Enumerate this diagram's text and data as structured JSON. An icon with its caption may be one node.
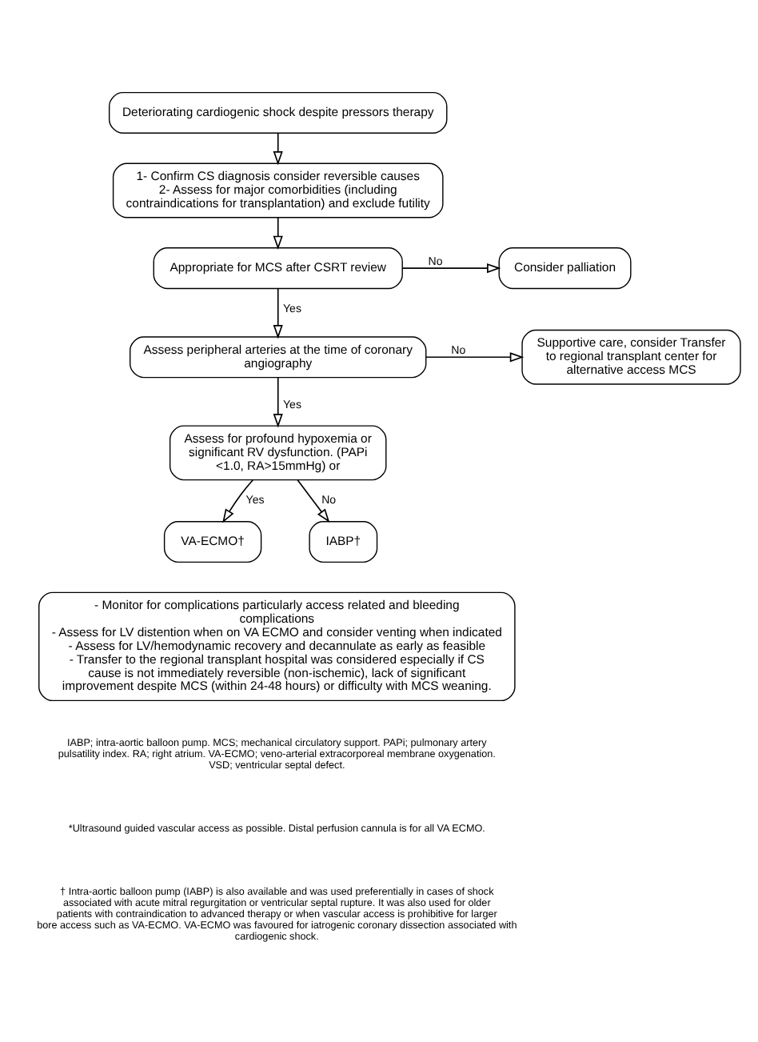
{
  "diagram": {
    "nodes": [
      {
        "text": [
          "Deteriorating cardiogenic shock despite pressors therapy"
        ]
      },
      {
        "text": [
          "1- Confirm CS diagnosis consider reversible causes",
          "2- Assess for major comorbidities (including contraindications for transplantation) and exclude futility"
        ]
      },
      {
        "text": [
          "Appropriate for MCS after CSRT review"
        ]
      },
      {
        "text": [
          "Consider palliation"
        ]
      },
      {
        "text": [
          "Assess peripheral arteries at the time of coronary angiography"
        ]
      },
      {
        "text": [
          "Supportive care, consider Transfer to regional transplant center for alternative access MCS"
        ]
      },
      {
        "text": [
          "Assess for profound hypoxemia or significant RV dysfunction. (PAPi <1.0, RA>15mmHg) or"
        ]
      },
      {
        "text": [
          "VA-ECMO†"
        ]
      },
      {
        "text": [
          "IABP†"
        ]
      },
      {
        "text": [
          "- Monitor for complications particularly access related and bleeding complications",
          "- Assess for LV distention when on VA ECMO and consider venting when indicated",
          "- Assess for LV/hemodynamic recovery and decannulate as early as feasible",
          "- Transfer to the regional transplant hospital was considered especially if CS cause is not immediately reversible (non-ischemic), lack of significant improvement despite MCS (within 24-48 hours) or difficulty with MCS weaning."
        ]
      }
    ],
    "edges": [
      {
        "from": 0,
        "to": 1,
        "arrow": "to"
      },
      {
        "from": 1,
        "to": 2,
        "arrow": "to"
      },
      {
        "from": 2,
        "to": 3,
        "arrow": "to",
        "label": "No"
      },
      {
        "from": 2,
        "to": 4,
        "arrow": "to",
        "label": "Yes"
      },
      {
        "from": 4,
        "to": 5,
        "arrow": "to",
        "label": "No"
      },
      {
        "from": 4,
        "to": 6,
        "arrow": "to",
        "label": "Yes"
      },
      {
        "from": 6,
        "to": 7,
        "arrow": "to",
        "label": "Yes"
      },
      {
        "from": 6,
        "to": 8,
        "arrow": "to",
        "label": "No"
      }
    ],
    "labels": [
      "IABP; intra-aortic balloon pump. MCS; mechanical circulatory support. PAPi; pulmonary artery pulsatility index. RA; right atrium. VA-ECMO; veno-arterial extracorporeal membrane oxygenation. VSD; ventricular septal defect.",
      "*Ultrasound guided vascular access as possible. Distal perfusion cannula is for all VA ECMO.",
      "† Intra-aortic balloon pump (IABP) is also available and was used preferentially in cases of shock associated with acute mitral regurgitation or ventricular septal rupture. It was also used for older patients with contraindication to advanced therapy or when vascular access is prohibitive for larger bore access such as VA-ECMO. VA-ECMO was favoured for iatrogenic coronary dissection associated with cardiogenic shock."
    ]
  }
}
